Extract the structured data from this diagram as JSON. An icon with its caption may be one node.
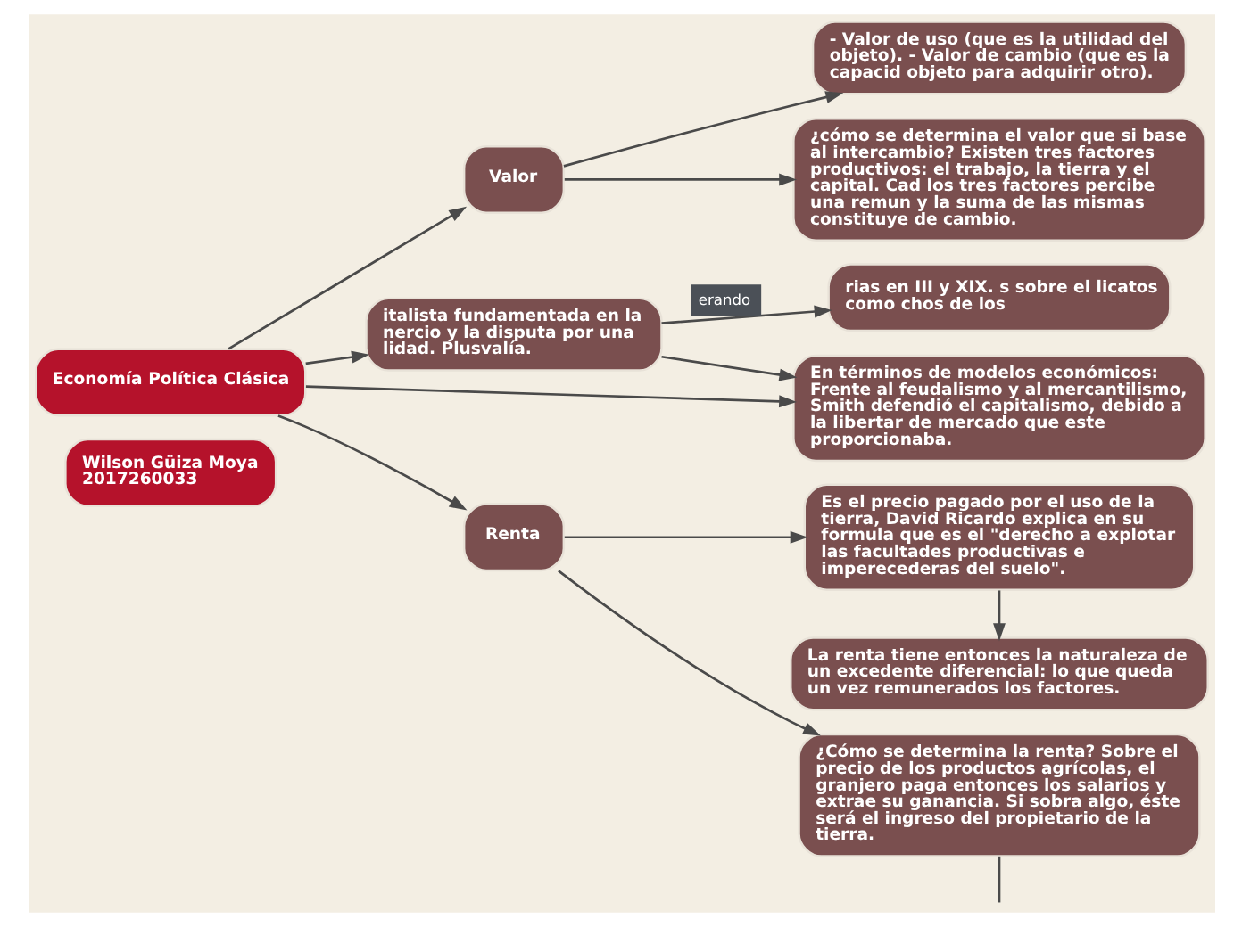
{
  "diagram": {
    "nodes": [
      {
        "text": [
          "Wilson Güiza Moya 2017260033"
        ]
      },
      {
        "text": [
          "¿cómo se determina el valor que si base al intercambio? Existen tres factores productivos: el trabajo, la tierra y el capital. Cad los tres factores percibe una remun y la suma de las mismas constituye de cambio."
        ]
      },
      {
        "text": [
          "italista fundamentada en la nercio y la disputa por una lidad. Plusvalía."
        ]
      },
      {
        "text": [
          "Economía Política Clásica"
        ]
      },
      {
        "text": [
          "Valor"
        ]
      },
      {
        "text": [
          "- Valor de uso (que es la utilidad del objeto). - Valor de cambio (que es la capacid objeto para adquirir otro)."
        ]
      },
      {
        "text": [
          "En términos de modelos económicos: Frente al feudalismo y al mercantilismo, Smith defendió el capitalismo, debido a la libertar de mercado que este proporcionaba."
        ]
      },
      {
        "text": [
          "Renta"
        ]
      },
      {
        "text": [
          "rias en III y XIX. s sobre el licatos como chos de los"
        ]
      },
      {
        "text": [
          "¿Cómo se determina la renta? Sobre el precio de los productos agrícolas, el granjero paga entonces los salarios y extrae su ganancia. Si sobra algo, éste será el ingreso del propietario de la tierra."
        ]
      },
      {
        "text": [
          "Es el precio pagado por el uso de la tierra, David Ricardo explica en su formula que es el \"derecho a explotar las facultades productivas e imperecederas del suelo\"."
        ]
      },
      {
        "text": [
          "La renta tiene entonces la naturaleza de un excedente diferencial: lo que queda un vez remunerados los factores."
        ]
      }
    ],
    "edges": [
      {
        "from": 3,
        "to": 2,
        "arrow": "to"
      },
      {
        "from": 3,
        "to": 6,
        "arrow": "to"
      },
      {
        "from": 3,
        "to": 4,
        "arrow": "to"
      },
      {
        "from": 3,
        "to": 7,
        "arrow": "to"
      },
      {
        "from": 2,
        "to": 6,
        "arrow": "to"
      },
      {
        "from": 2,
        "to": 8,
        "arrow": "to",
        "label": "erando"
      },
      {
        "from": 4,
        "to": 1,
        "arrow": "to"
      },
      {
        "from": 4,
        "to": 5,
        "arrow": "to"
      },
      {
        "from": 7,
        "to": 10,
        "arrow": "to"
      },
      {
        "from": 7,
        "to": 9,
        "arrow": "to"
      },
      {
        "from": 10,
        "to": 11,
        "arrow": "to"
      },
      {
        "from": 9,
        "to": null,
        "arrow": "none"
      }
    ]
  }
}
